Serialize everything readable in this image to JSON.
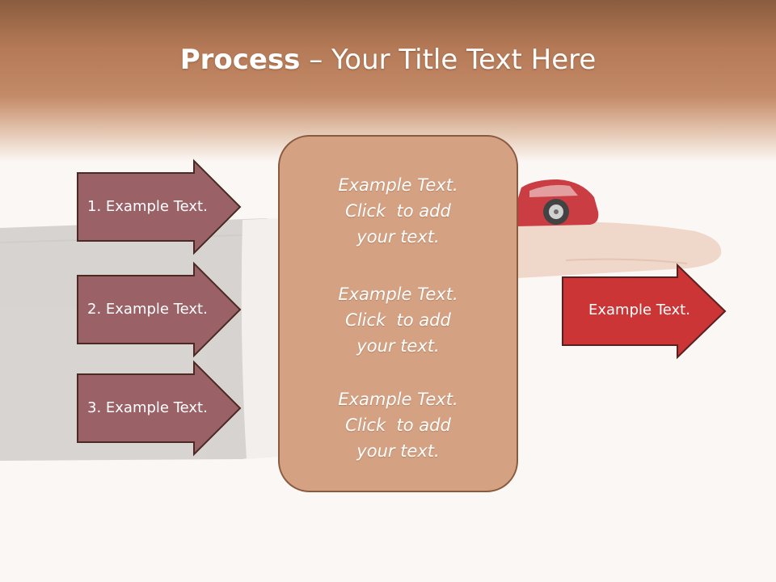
{
  "slide": {
    "title_bold": "Process",
    "title_rest": " – Your Title Text Here"
  },
  "left_arrows": [
    {
      "label": "1. Example Text."
    },
    {
      "label": "2. Example Text."
    },
    {
      "label": "3. Example Text."
    }
  ],
  "center_box": {
    "paragraphs": [
      {
        "line1": "Example Text.",
        "line2": "Click  to add",
        "line3": "your text."
      },
      {
        "line1": "Example Text.",
        "line2": "Click  to add",
        "line3": "your text."
      },
      {
        "line1": "Example Text.",
        "line2": "Click  to add",
        "line3": "your text."
      }
    ]
  },
  "right_arrow": {
    "label": "Example Text."
  },
  "colors": {
    "header": "#b57a57",
    "left_arrow_fill": "#9a6166",
    "center_box_fill": "#d4a283",
    "right_arrow_fill": "#cc3535",
    "outline": "#4a2a22"
  }
}
